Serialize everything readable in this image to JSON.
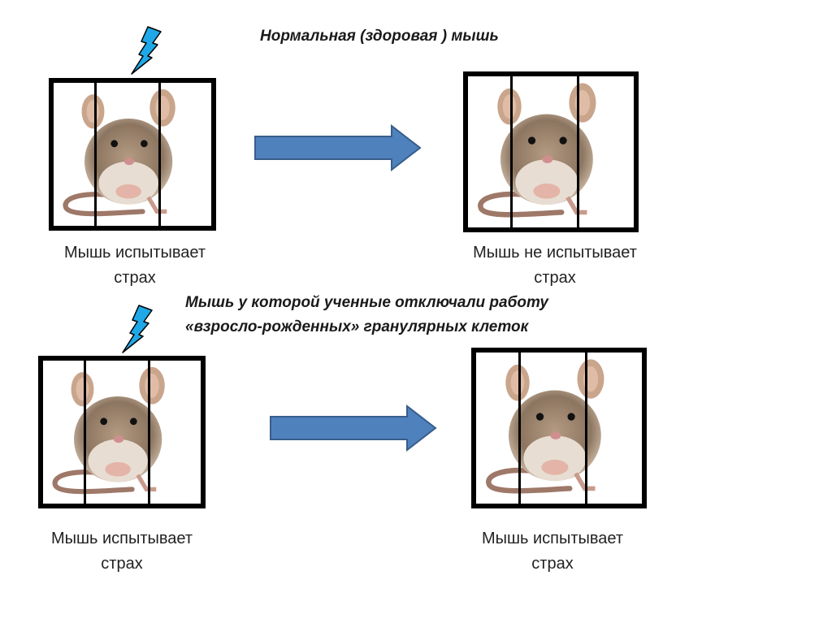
{
  "top": {
    "title": "Нормальная (здоровая ) мышь",
    "left_caption": [
      "Мышь испытывает",
      "страх"
    ],
    "right_caption": [
      "Мышь не испытывает",
      "страх"
    ]
  },
  "bottom": {
    "title": [
      "Мышь у которой ученные отключали работу",
      "«взросло-рожденных» гранулярных клеток"
    ],
    "left_caption": [
      "Мышь испытывает",
      "страх"
    ],
    "right_caption": [
      "Мышь испытывает",
      "страх"
    ]
  },
  "colors": {
    "arrow": "#4f81bd",
    "arrow_border": "#385d8a",
    "lightning": "#1fa8e8"
  }
}
